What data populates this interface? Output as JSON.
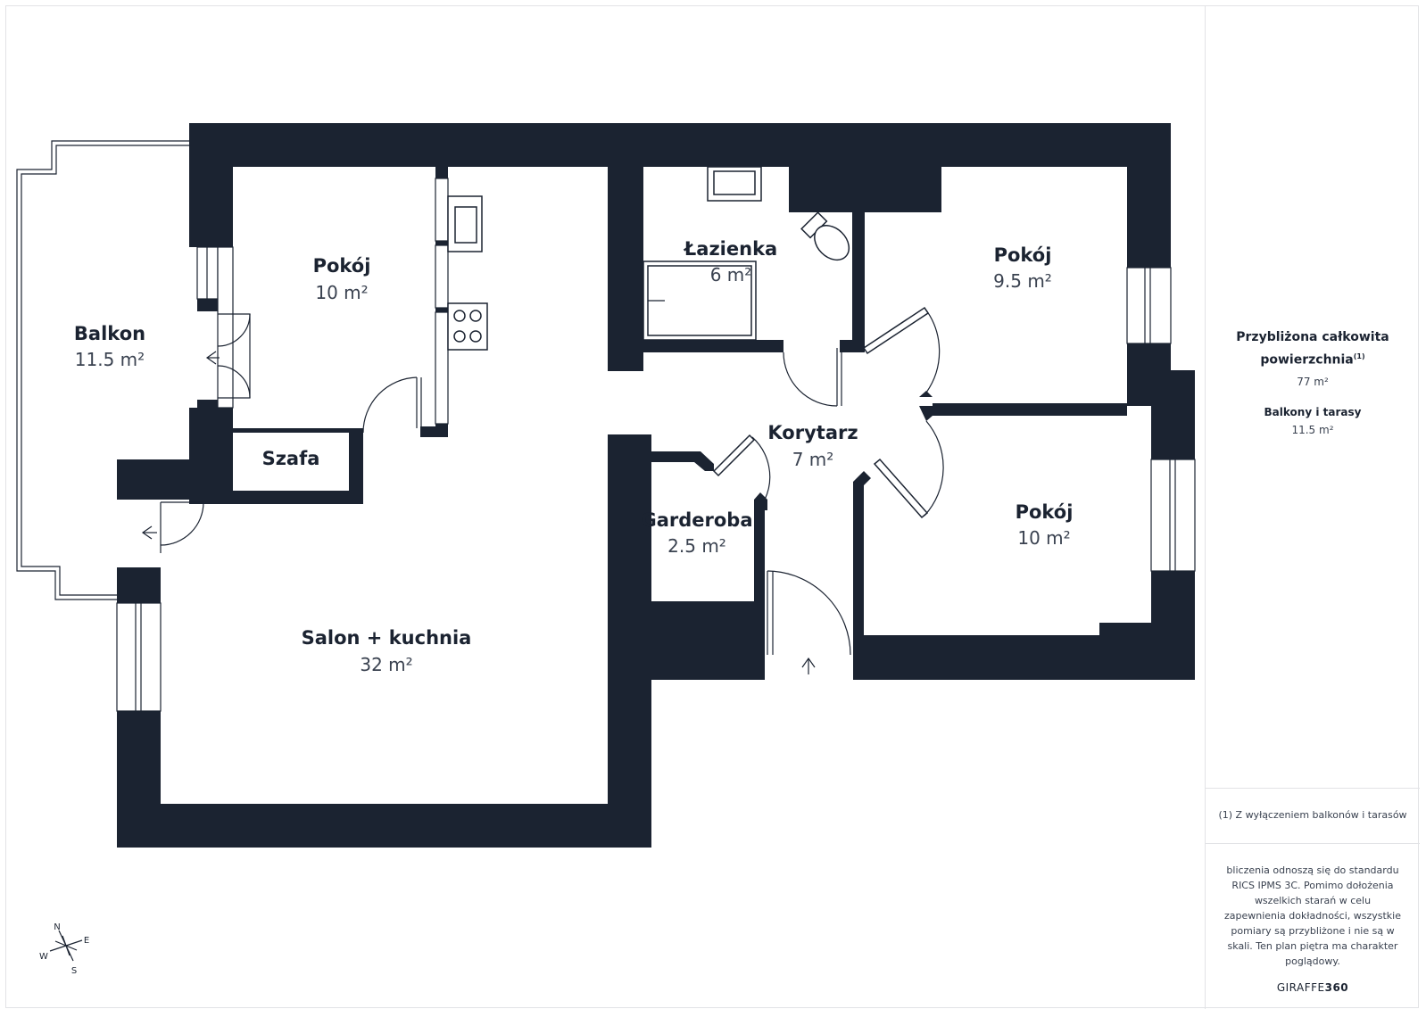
{
  "rooms": {
    "balkon": {
      "name": "Balkon",
      "area": "11.5 m²"
    },
    "pokoj_left": {
      "name": "Pokój",
      "area": "10 m²"
    },
    "szafa": {
      "name": "Szafa"
    },
    "lazienka": {
      "name": "Łazienka",
      "area": "6 m²"
    },
    "pokoj_top_right": {
      "name": "Pokój",
      "area": "9.5 m²"
    },
    "korytarz": {
      "name": "Korytarz",
      "area": "7 m²"
    },
    "garderoba": {
      "name": "Garderoba",
      "area": "2.5 m²"
    },
    "pokoj_right": {
      "name": "Pokój",
      "area": "10 m²"
    },
    "salon": {
      "name": "Salon + kuchnia",
      "area": "32 m²"
    }
  },
  "compass": {
    "n": "N",
    "e": "E",
    "s": "S",
    "w": "W"
  },
  "sidebar": {
    "total_title_1": "Przybliżona całkowita",
    "total_title_2": "powierzchnia",
    "total_note_mark": "(1)",
    "total_value": "77 m²",
    "balconies_title": "Balkony i tarasy",
    "balconies_value": "11.5 m²",
    "footnote": "(1) Z wyłączeniem balkonów i tarasów",
    "disclaimer": "bliczenia odnoszą się do standardu RICS IPMS 3C. Pomimo dołożenia wszelkich starań w celu zapewnienia dokładności, wszystkie pomiary są przybliżone i nie są w skali. Ten plan piętra ma charakter poglądowy.",
    "brand_a": "GIRAFFE",
    "brand_b": "360"
  },
  "colors": {
    "wall": "#1b2331",
    "text_secondary": "#3a4250",
    "border": "#e2e3e6"
  }
}
